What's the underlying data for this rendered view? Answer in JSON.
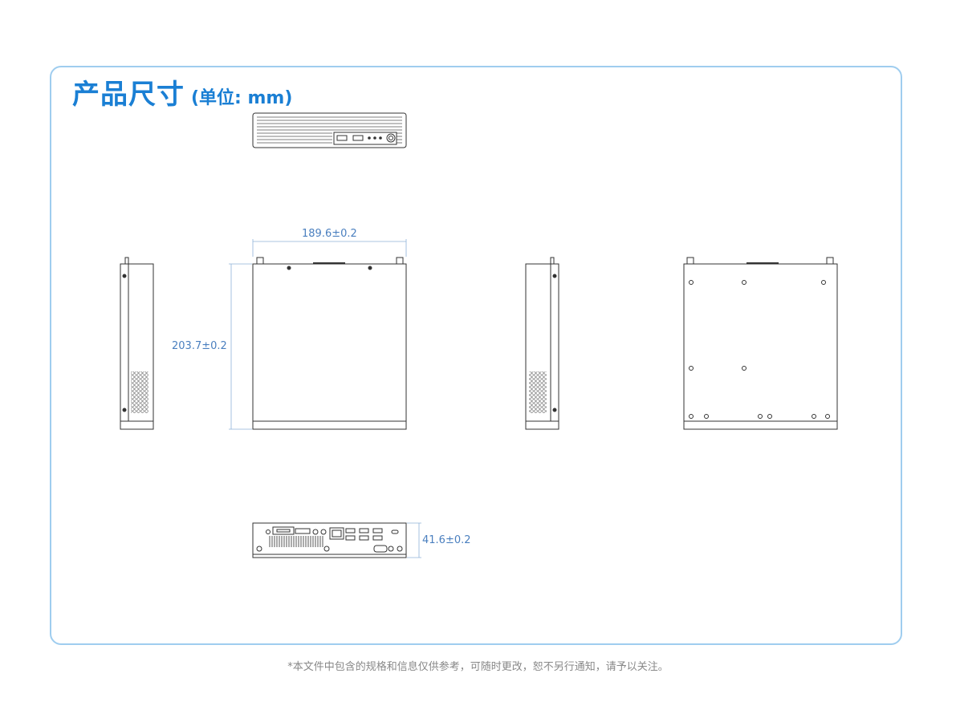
{
  "header": {
    "title": "产品尺寸",
    "unit_label": "(单位: mm)"
  },
  "dimensions": {
    "width": "189.6±0.2",
    "depth": "203.7±0.2",
    "height": "41.6±0.2"
  },
  "footer": {
    "disclaimer": "*本文件中包含的规格和信息仅供参考，可随时更改，恕不另行通知，请予以关注。"
  },
  "colors": {
    "accent": "#1a7fd4",
    "panel_border": "#9fcdef",
    "dimension": "#4a7fbf",
    "line": "#333333"
  }
}
